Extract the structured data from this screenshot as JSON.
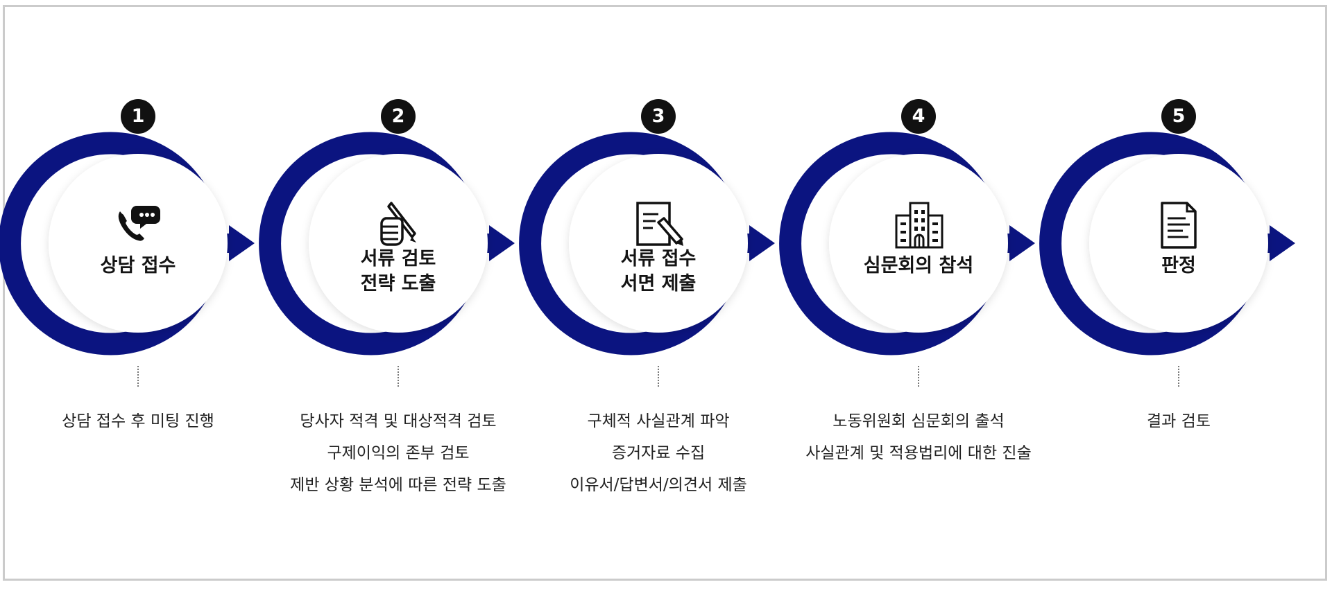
{
  "colors": {
    "ring": "#0b1480",
    "badge": "#111111",
    "text": "#141414",
    "border": "#cbcbcb"
  },
  "steps": [
    {
      "number": "1",
      "icon": "phone-chat-icon",
      "title": [
        "상담 접수"
      ],
      "desc": [
        "상담 접수 후 미팅 진행"
      ]
    },
    {
      "number": "2",
      "icon": "hand-pen-icon",
      "title": [
        "서류 검토",
        "전략 도출"
      ],
      "desc": [
        "당사자 적격 및 대상적격 검토",
        "구제이익의 존부 검토",
        "제반 상황 분석에 따른 전략 도출"
      ]
    },
    {
      "number": "3",
      "icon": "document-pencil-icon",
      "title": [
        "서류 접수",
        "서면 제출"
      ],
      "desc": [
        "구체적 사실관계 파악",
        "증거자료 수집",
        "이유서/답변서/의견서 제출"
      ]
    },
    {
      "number": "4",
      "icon": "building-icon",
      "title": [
        "심문회의 참석"
      ],
      "desc": [
        "노동위원회 심문회의 출석",
        "사실관계 및 적용법리에 대한 진술"
      ]
    },
    {
      "number": "5",
      "icon": "document-icon",
      "title": [
        "판정"
      ],
      "desc": [
        "결과 검토"
      ]
    }
  ]
}
